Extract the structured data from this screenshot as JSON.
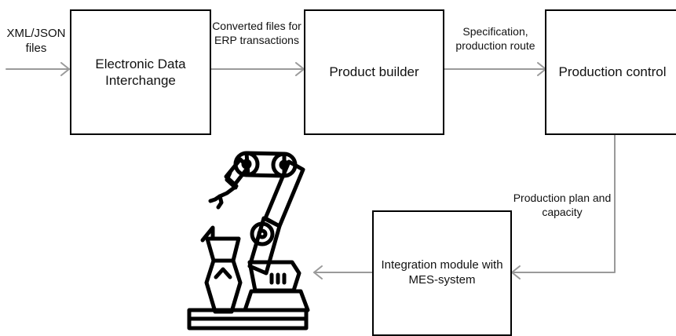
{
  "nodes": {
    "edi": "Electronic Data\nInterchange",
    "product_builder": "Product builder",
    "production_control": "Production control",
    "integration_module": "Integration module with\nMES-system"
  },
  "edges": {
    "input_label": "XML/JSON\nfiles",
    "edi_to_builder": "Converted files for\nERP transactions",
    "builder_to_control": "Specification,\nproduction route",
    "control_to_integration": "Production plan and\ncapacity"
  },
  "icons": {
    "robot": "industrial-robot-arm-icon"
  },
  "colors": {
    "box_border": "#000000",
    "arrow": "#9a9a9a",
    "text": "#111111"
  }
}
